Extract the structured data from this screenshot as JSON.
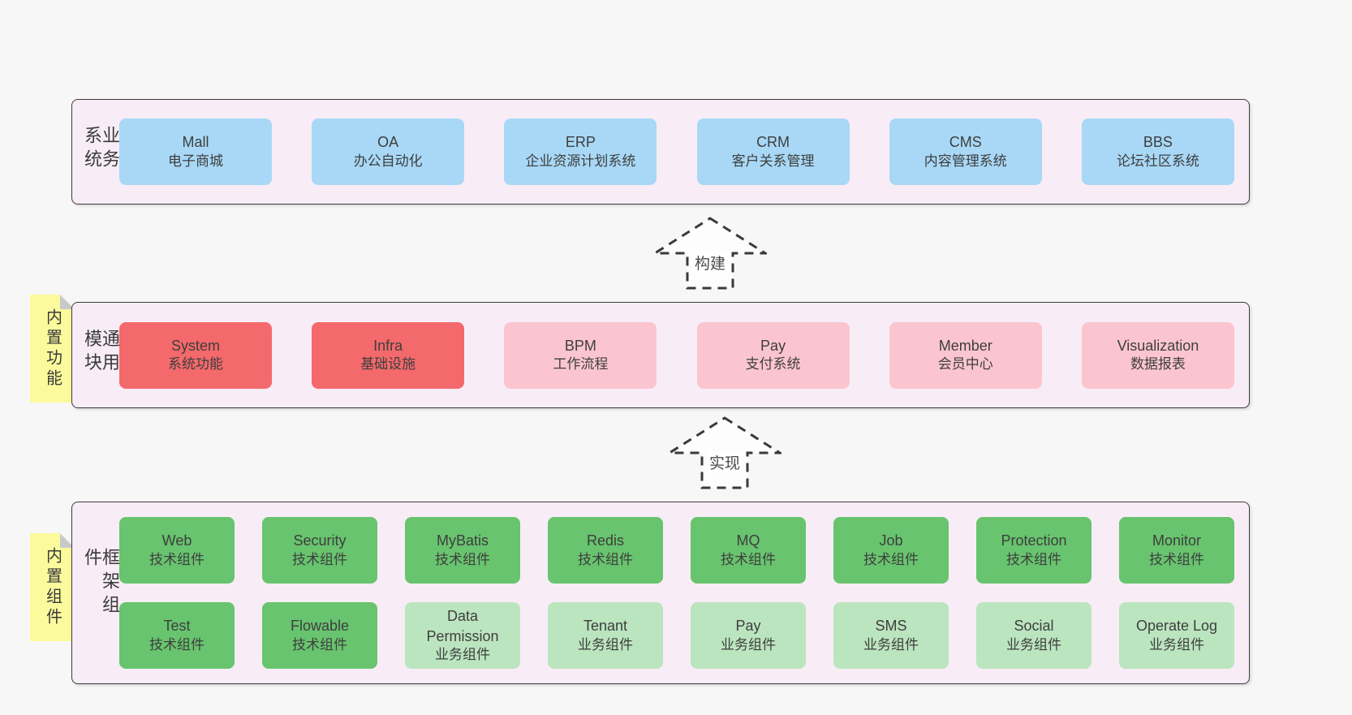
{
  "colors": {
    "band_bg": "#f8edf6",
    "band_border": "#3b3b3b",
    "blue": "#a8d8f6",
    "red": "#f4696b",
    "pink": "#fbc5cf",
    "green": "#68c46e",
    "light_green": "#bbe5bf",
    "note_yellow": "#fbfa9d",
    "fold_gray": "#c9c9c9",
    "text": "#3e3e3e",
    "page_bg": "#f7f7f7"
  },
  "bands": [
    {
      "label": "业务系统",
      "rows": [
        [
          {
            "title": "Mall",
            "subtitle": "电子商城",
            "variant": "blue"
          },
          {
            "title": "OA",
            "subtitle": "办公自动化",
            "variant": "blue"
          },
          {
            "title": "ERP",
            "subtitle": "企业资源计划系统",
            "variant": "blue"
          },
          {
            "title": "CRM",
            "subtitle": "客户关系管理",
            "variant": "blue"
          },
          {
            "title": "CMS",
            "subtitle": "内容管理系统",
            "variant": "blue"
          },
          {
            "title": "BBS",
            "subtitle": "论坛社区系统",
            "variant": "blue"
          }
        ]
      ]
    },
    {
      "label": "通用模块",
      "note": "内置功能",
      "rows": [
        [
          {
            "title": "System",
            "subtitle": "系统功能",
            "variant": "red"
          },
          {
            "title": "Infra",
            "subtitle": "基础设施",
            "variant": "red"
          },
          {
            "title": "BPM",
            "subtitle": "工作流程",
            "variant": "pink"
          },
          {
            "title": "Pay",
            "subtitle": "支付系统",
            "variant": "pink"
          },
          {
            "title": "Member",
            "subtitle": "会员中心",
            "variant": "pink"
          },
          {
            "title": "Visualization",
            "subtitle": "数据报表",
            "variant": "pink"
          }
        ]
      ]
    },
    {
      "label": "框架组件",
      "note": "内置组件",
      "rows": [
        [
          {
            "title": "Web",
            "subtitle": "技术组件",
            "variant": "green"
          },
          {
            "title": "Security",
            "subtitle": "技术组件",
            "variant": "green"
          },
          {
            "title": "MyBatis",
            "subtitle": "技术组件",
            "variant": "green"
          },
          {
            "title": "Redis",
            "subtitle": "技术组件",
            "variant": "green"
          },
          {
            "title": "MQ",
            "subtitle": "技术组件",
            "variant": "green"
          },
          {
            "title": "Job",
            "subtitle": "技术组件",
            "variant": "green"
          },
          {
            "title": "Protection",
            "subtitle": "技术组件",
            "variant": "green"
          },
          {
            "title": "Monitor",
            "subtitle": "技术组件",
            "variant": "green"
          }
        ],
        [
          {
            "title": "Test",
            "subtitle": "技术组件",
            "variant": "green"
          },
          {
            "title": "Flowable",
            "subtitle": "技术组件",
            "variant": "green"
          },
          {
            "title": "Data Permission",
            "subtitle": "业务组件",
            "variant": "light_green"
          },
          {
            "title": "Tenant",
            "subtitle": "业务组件",
            "variant": "light_green"
          },
          {
            "title": "Pay",
            "subtitle": "业务组件",
            "variant": "light_green"
          },
          {
            "title": "SMS",
            "subtitle": "业务组件",
            "variant": "light_green"
          },
          {
            "title": "Social",
            "subtitle": "业务组件",
            "variant": "light_green"
          },
          {
            "title": "Operate Log",
            "subtitle": "业务组件",
            "variant": "light_green"
          }
        ]
      ]
    }
  ],
  "arrows": [
    {
      "label": "构建"
    },
    {
      "label": "实现"
    }
  ]
}
